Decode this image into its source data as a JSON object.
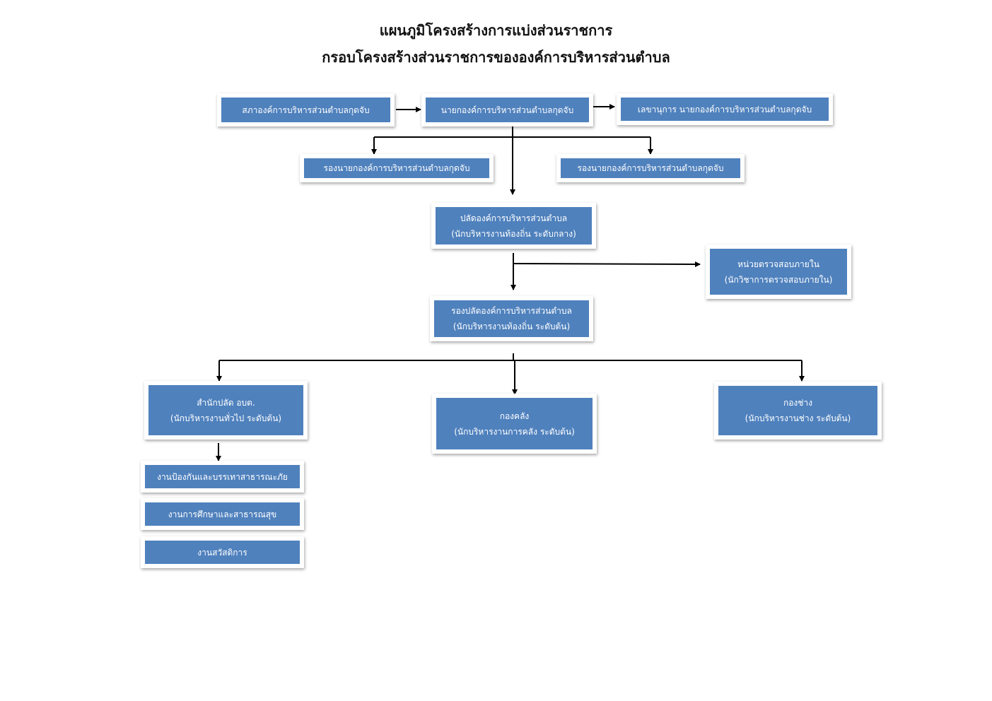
{
  "title": {
    "line1": "แผนภูมิโครงสร้างการแบ่งส่วนราชการ",
    "line2": "กรอบโครงสร้างส่วนราชการขององค์การบริหารส่วนตำบล"
  },
  "colors": {
    "box": "#4f81bd",
    "text": "#ffffff",
    "line": "#000000"
  },
  "nodes": {
    "council": {
      "lines": [
        "สภาองค์การบริหารส่วนตำบลกุดจับ"
      ]
    },
    "mayor": {
      "lines": [
        "นายกองค์การบริหารส่วนตำบลกุดจับ"
      ]
    },
    "secretary": {
      "lines": [
        "เลขานุการ นายกองค์การบริหารส่วนตำบลกุดจับ"
      ]
    },
    "deputy_mayor_1": {
      "lines": [
        "รองนายกองค์การบริหารส่วนตำบลกุดจับ"
      ]
    },
    "deputy_mayor_2": {
      "lines": [
        "รองนายกองค์การบริหารส่วนตำบลกุดจับ"
      ]
    },
    "chief_admin": {
      "lines": [
        "ปลัดองค์การบริหารส่วนตำบล",
        "(นักบริหารงานท้องถิ่น ระดับกลาง)"
      ]
    },
    "internal_audit": {
      "lines": [
        "หน่วยตรวจสอบภายใน",
        "(นักวิชาการตรวจสอบภายใน)"
      ]
    },
    "deputy_chief_admin": {
      "lines": [
        "รองปลัดองค์การบริหารส่วนตำบล",
        "(นักบริหารงานท้องถิ่น ระดับต้น)"
      ]
    },
    "office_of_chief": {
      "lines": [
        "สำนักปลัด อบต.",
        "(นักบริหารงานทั่วไป ระดับต้น)"
      ]
    },
    "finance_division": {
      "lines": [
        "กองคลัง",
        "(นักบริหารงานการคลัง ระดับต้น)"
      ]
    },
    "engineering_division": {
      "lines": [
        "กองช่าง",
        "(นักบริหารงานช่าง ระดับต้น)"
      ]
    },
    "disaster_unit": {
      "lines": [
        "งานป้องกันและบรรเทาสาธารณะภัย"
      ]
    },
    "education_health_unit": {
      "lines": [
        "งานการศึกษาและสาธารณสุข"
      ]
    },
    "welfare_unit": {
      "lines": [
        "งานสวัสดิการ"
      ]
    }
  }
}
